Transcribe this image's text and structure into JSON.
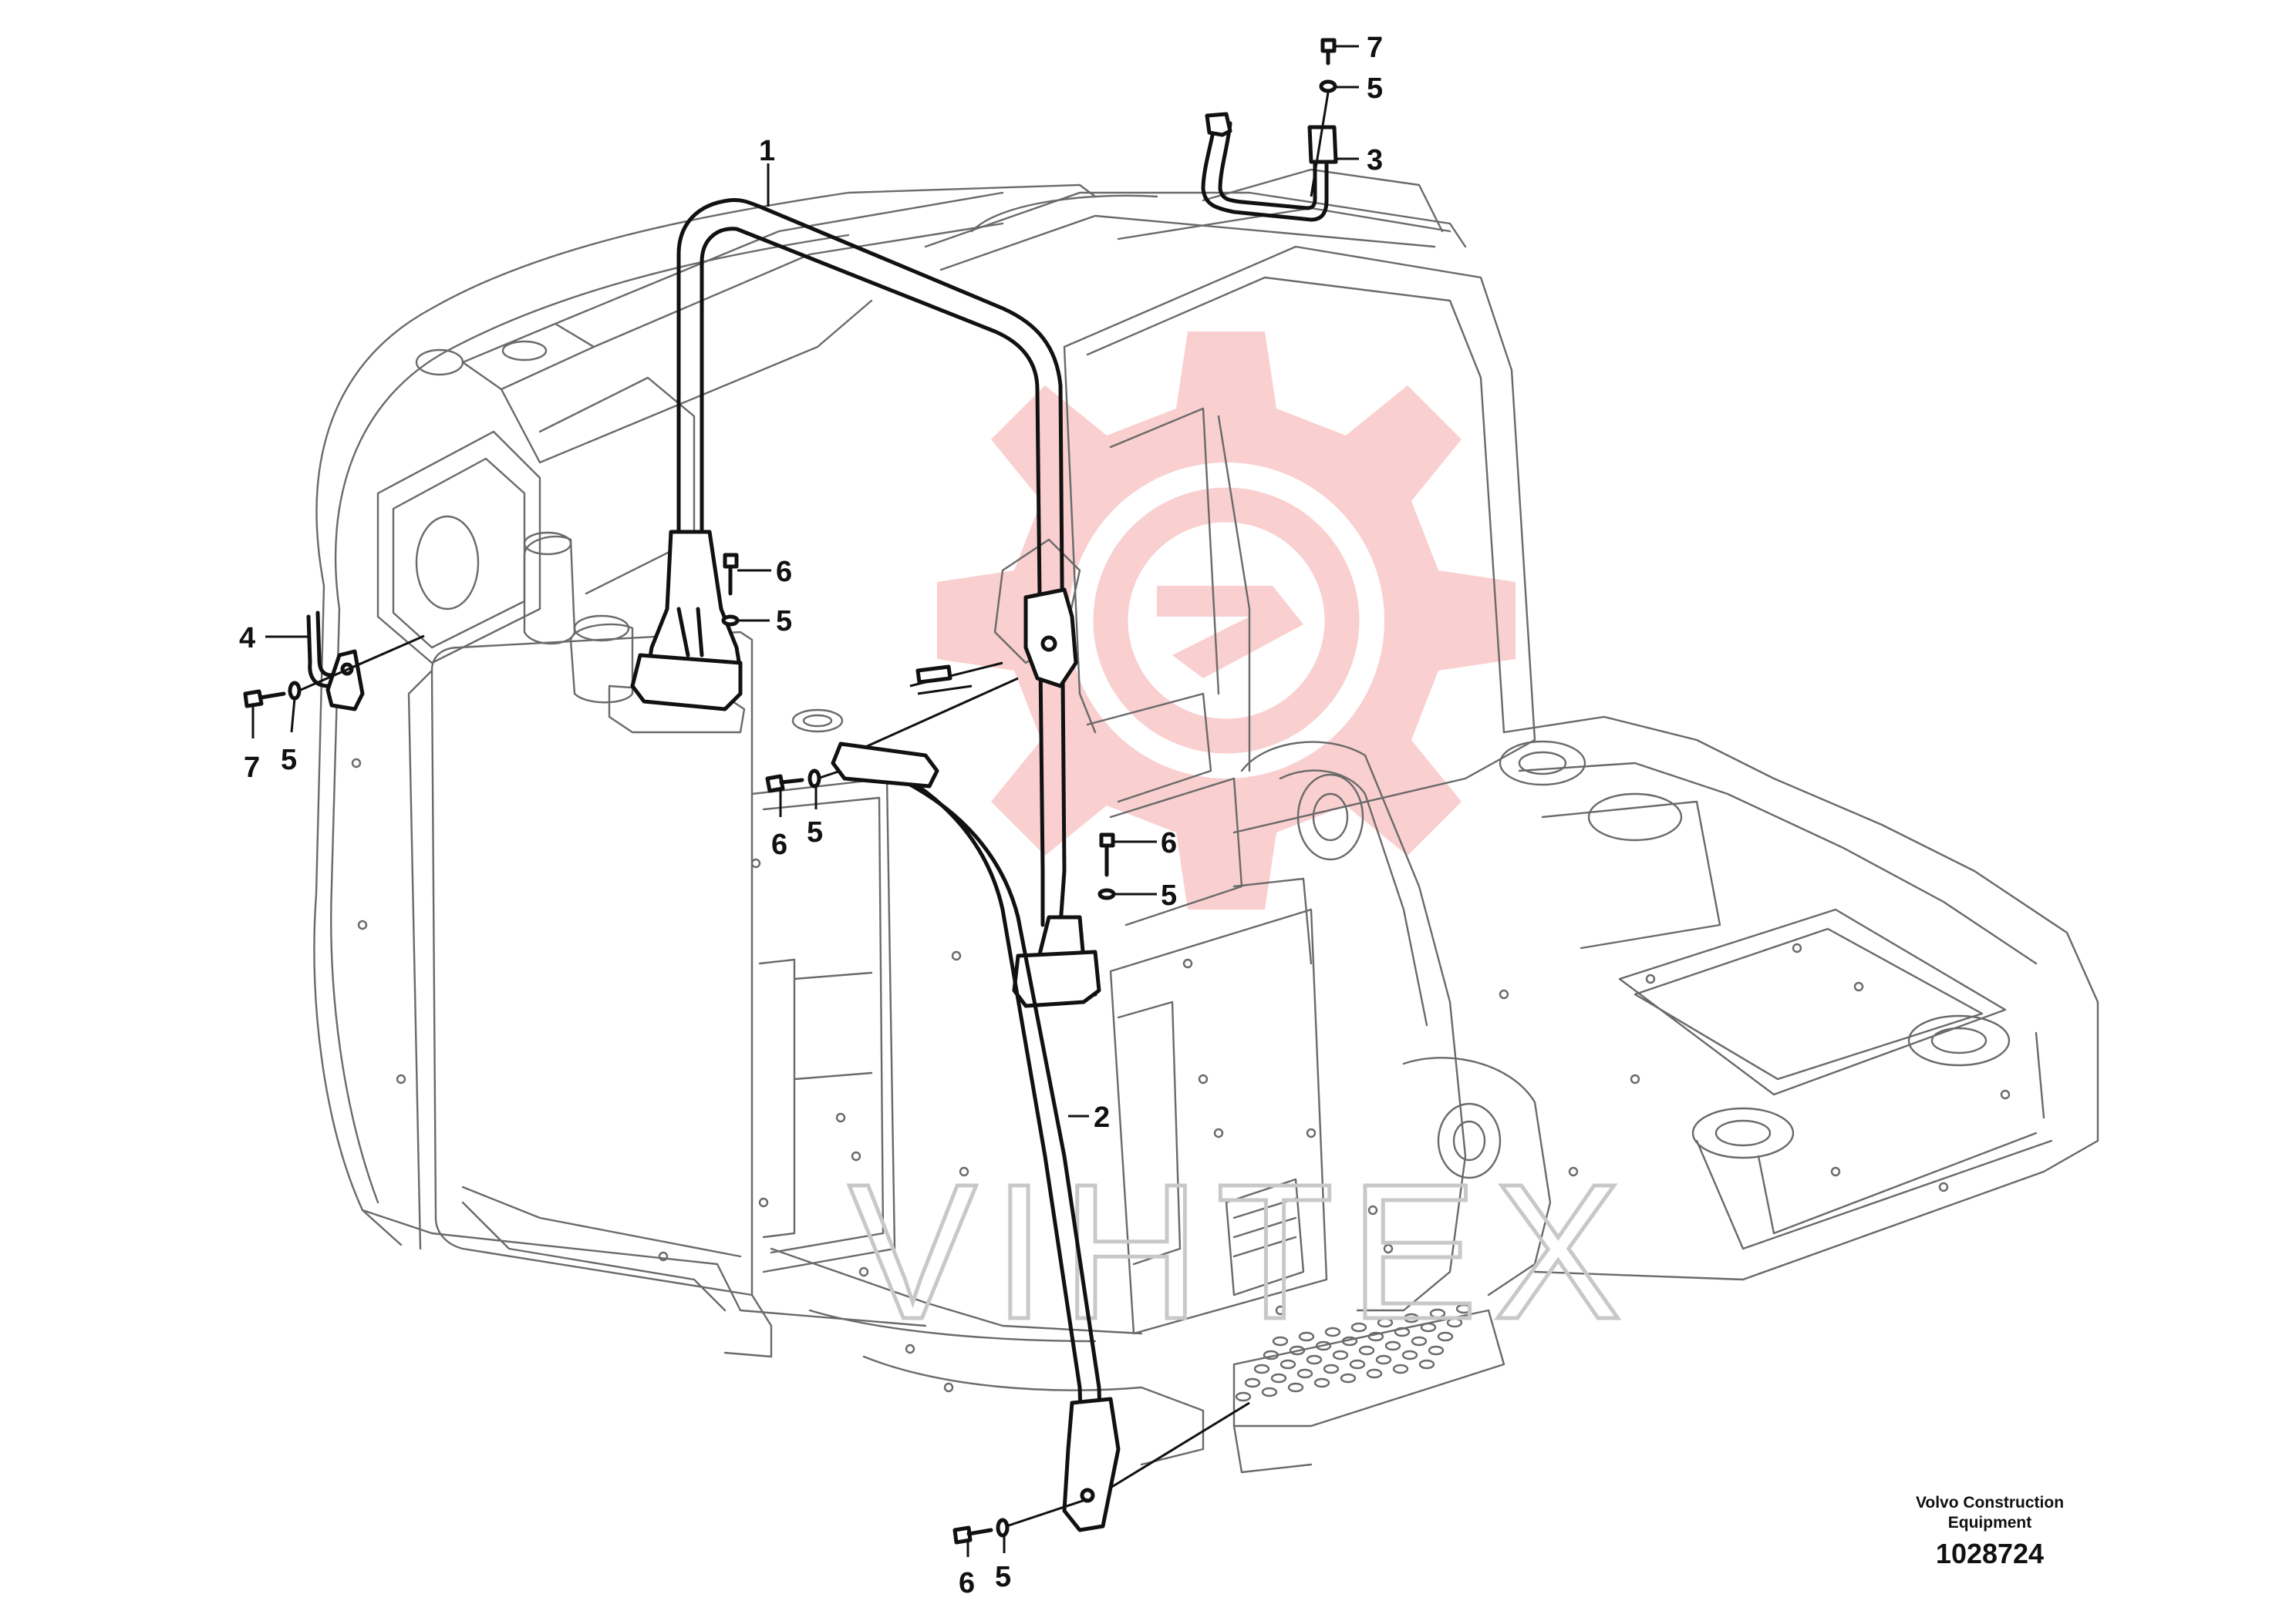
{
  "brand": {
    "line1": "Volvo Construction",
    "line2": "Equipment",
    "drawing_number": "1028724"
  },
  "watermark": {
    "text": "VIHTEX",
    "gear_color": "#f5a8a8"
  },
  "callouts": [
    {
      "id": "c1",
      "label": "1"
    },
    {
      "id": "c2",
      "label": "2"
    },
    {
      "id": "c3",
      "label": "3"
    },
    {
      "id": "c4",
      "label": "4"
    },
    {
      "id": "c5a",
      "label": "5"
    },
    {
      "id": "c5b",
      "label": "5"
    },
    {
      "id": "c5c",
      "label": "5"
    },
    {
      "id": "c5d",
      "label": "5"
    },
    {
      "id": "c5e",
      "label": "5"
    },
    {
      "id": "c5f",
      "label": "5"
    },
    {
      "id": "c6a",
      "label": "6"
    },
    {
      "id": "c6b",
      "label": "6"
    },
    {
      "id": "c6c",
      "label": "6"
    },
    {
      "id": "c6d",
      "label": "6"
    },
    {
      "id": "c7a",
      "label": "7"
    },
    {
      "id": "c7b",
      "label": "7"
    }
  ]
}
